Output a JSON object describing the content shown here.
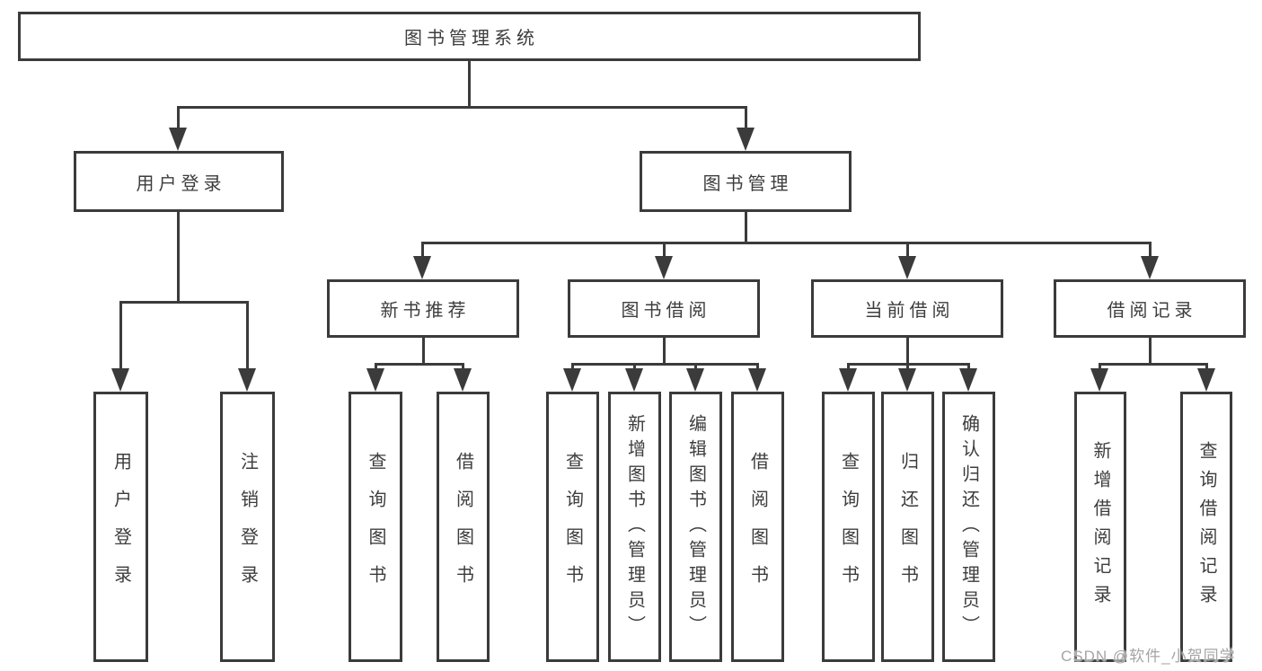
{
  "diagram_type": "hierarchy-tree",
  "tree": {
    "label": "图书管理系统",
    "children": [
      {
        "label": "用户登录",
        "children": [
          {
            "label": "用户登录"
          },
          {
            "label": "注销登录"
          }
        ]
      },
      {
        "label": "图书管理",
        "children": [
          {
            "label": "新书推荐",
            "children": [
              {
                "label": "查询图书"
              },
              {
                "label": "借阅图书"
              }
            ]
          },
          {
            "label": "图书借阅",
            "children": [
              {
                "label": "查询图书"
              },
              {
                "label": "新增图书（管理员）"
              },
              {
                "label": "编辑图书（管理员）"
              },
              {
                "label": "借阅图书"
              }
            ]
          },
          {
            "label": "当前借阅",
            "children": [
              {
                "label": "查询图书"
              },
              {
                "label": "归还图书"
              },
              {
                "label": "确认归还（管理员）"
              }
            ]
          },
          {
            "label": "借阅记录",
            "children": [
              {
                "label": "新增借阅记录"
              },
              {
                "label": "查询借阅记录"
              }
            ]
          }
        ]
      }
    ]
  },
  "watermark": {
    "text": "CSDN @软件_小贺同学"
  },
  "colors": {
    "line": "#3b3b3b",
    "text": "#3d3d3d",
    "box_background": "#ffffff",
    "watermark": "#a5a5a5",
    "background": "#ffffff"
  }
}
